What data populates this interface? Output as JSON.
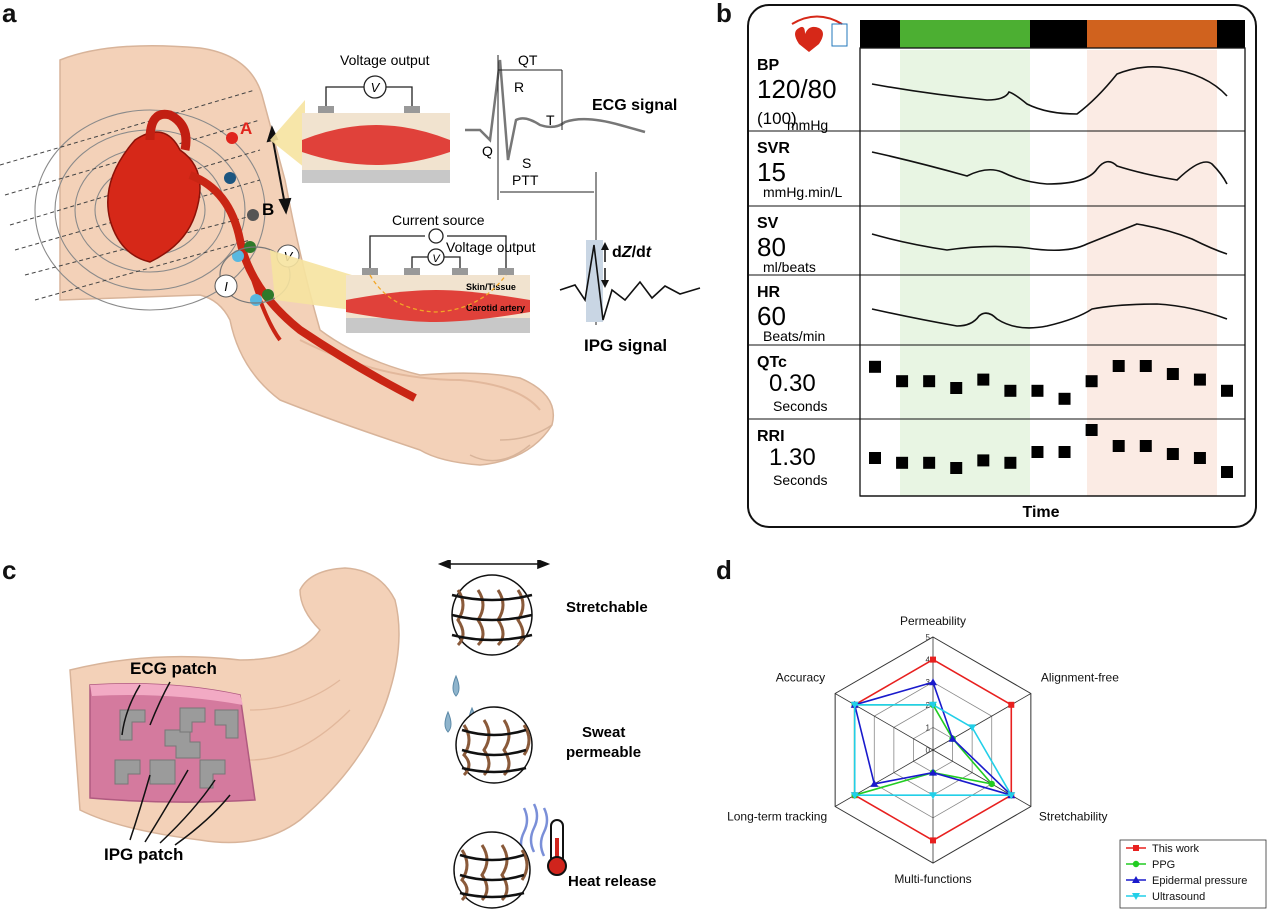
{
  "panels": {
    "a": "a",
    "b": "b",
    "c": "c",
    "d": "d"
  },
  "panel_a": {
    "voltage_output_top": "Voltage output",
    "volt_symbol": "V",
    "qt": "QT",
    "r": "R",
    "t": "T",
    "q": "Q",
    "s": "S",
    "ptt": "PTT",
    "ecg_signal": "ECG signal",
    "point_a": "A",
    "point_b": "B",
    "current_source": "Current source",
    "voltage_output_bottom": "Voltage output",
    "dzdt_d1": "d",
    "dzdt_z": "Z",
    "dzdt_slash": "/d",
    "dzdt_t": "t",
    "skin_tissue": "Skin/Tissue",
    "carotid_artery": "Carotid artery",
    "ipg_signal": "IPG signal",
    "current_symbol": "I"
  },
  "panel_b": {
    "time_label": "Time",
    "rows": [
      {
        "name": "BP",
        "value": "120/80",
        "sub": "(100)",
        "unit": "mmHg"
      },
      {
        "name": "SVR",
        "value": "15",
        "unit": "mmHg.min/L"
      },
      {
        "name": "SV",
        "value": "80",
        "unit": "ml/beats"
      },
      {
        "name": "HR",
        "value": "60",
        "unit": "Beats/min"
      },
      {
        "name": "QTc",
        "value": "0.30",
        "unit": "Seconds"
      },
      {
        "name": "RRI",
        "value": "1.30",
        "unit": "Seconds"
      }
    ],
    "colors": {
      "green": "#4caf32",
      "orange": "#d0621e",
      "green_bg": "#e8f5e3",
      "orange_bg": "#fbebe4"
    },
    "qtc_points": [
      0.68,
      0.32,
      0.32,
      0.15,
      0.36,
      0.08,
      0.08,
      -0.12,
      0.32,
      0.7,
      0.7,
      0.5,
      0.36,
      0.08
    ],
    "rri_points": [
      0.4,
      0.28,
      0.28,
      0.15,
      0.34,
      0.28,
      0.55,
      0.55,
      1.1,
      0.7,
      0.7,
      0.5,
      0.4,
      0.05
    ]
  },
  "panel_c": {
    "ecg_patch": "ECG patch",
    "ipg_patch": "IPG patch",
    "stretchable": "Stretchable",
    "sweat_line1": "Sweat",
    "sweat_line2": "permeable",
    "heat_release": "Heat release"
  },
  "chart_data": {
    "type": "radar",
    "axes": [
      "Permeability",
      "Alignment-free",
      "Stretchability",
      "Multi-functions",
      "Long-term tracking",
      "Accuracy"
    ],
    "rlim": [
      0,
      5
    ],
    "ticks": [
      "0",
      "1",
      "2",
      "3",
      "4",
      "5"
    ],
    "legend_position": "bottom-right",
    "series": [
      {
        "name": "This work",
        "color": "#e8201f",
        "marker": "square",
        "values": [
          4,
          4,
          4,
          4,
          4,
          4
        ]
      },
      {
        "name": "PPG",
        "color": "#22cc22",
        "marker": "circle",
        "values": [
          2,
          1,
          3,
          1,
          4,
          4
        ]
      },
      {
        "name": "Epidermal pressure",
        "color": "#1a1acc",
        "marker": "triangle-up",
        "values": [
          3,
          1,
          4,
          1,
          3,
          4
        ]
      },
      {
        "name": "Ultrasound",
        "color": "#22cfe8",
        "marker": "triangle-down",
        "values": [
          2,
          2,
          4,
          2,
          4,
          4
        ]
      }
    ]
  }
}
